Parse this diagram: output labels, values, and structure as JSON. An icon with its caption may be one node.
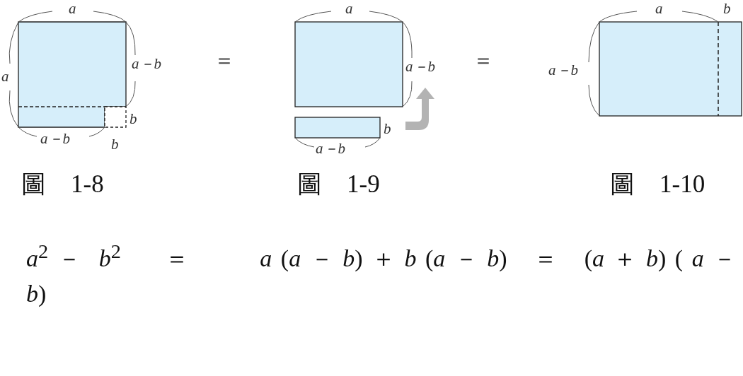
{
  "diagram": {
    "labels": [
      "a",
      "a",
      "a－b",
      "＝",
      "b",
      "a－b",
      "b",
      "圖　1-8",
      "a",
      "a－b",
      "＝",
      "b",
      "a－b",
      "圖　1-9",
      "a",
      "b",
      "a－b",
      "圖　1-10",
      "*a*$^{2}$ －  *b*$^{2}$     ＝        *a* (*a* － *b*) ＋ *b* (*a* － *b*)   ＝   (*a* ＋ *b*) ( *a* － *b*)"
    ]
  }
}
